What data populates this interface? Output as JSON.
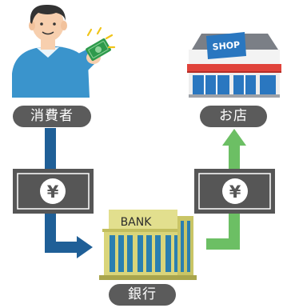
{
  "labels": {
    "consumer": "消費者",
    "store": "お店",
    "bank": "銀行"
  },
  "shop_sign": "SHOP",
  "bank_sign": "BANK",
  "currency_symbol": "¥",
  "colors": {
    "label_bg": "#5b5b5b",
    "consumer_to_bank_arrow": "#1f5f97",
    "bank_to_store_arrow": "#6cbf64",
    "banknote": "#565656",
    "shirt": "#3a94cc",
    "skin": "#f7cfae",
    "hair": "#333333",
    "cash": "#2e9a4c",
    "shop_blue": "#2a77c0",
    "shop_awning_red": "#e0433b",
    "bank_building": "#d9d57a"
  }
}
